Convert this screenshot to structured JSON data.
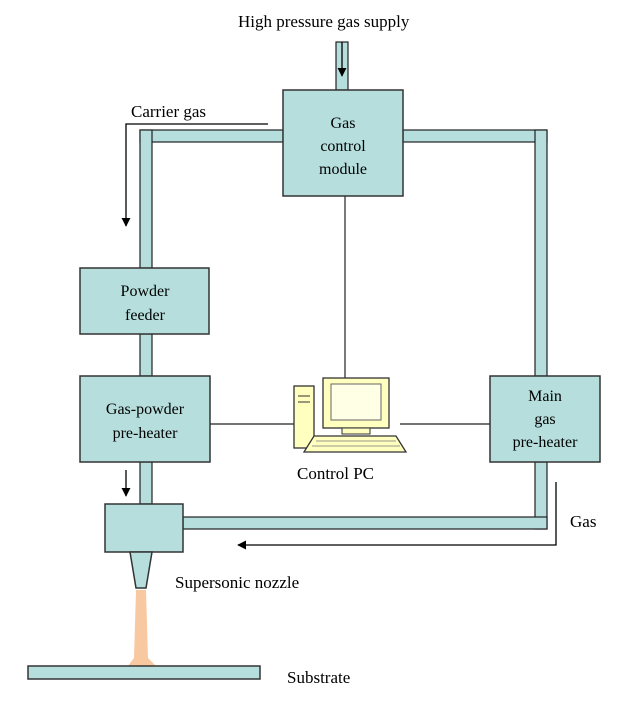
{
  "colors": {
    "box_fill": "#b5dedd",
    "pipe_fill": "#b5dedd",
    "pc_fill": "#ffffc0",
    "spray_fill": "#f8c9a1",
    "substrate_fill": "#b5dedd"
  },
  "labels": {
    "supply": "High pressure gas supply",
    "carrier_gas": "Carrier gas",
    "gas": "Gas",
    "control_pc": "Control PC",
    "nozzle": "Supersonic nozzle",
    "substrate": "Substrate"
  },
  "boxes": {
    "gas_control": [
      "Gas",
      "control",
      "module"
    ],
    "powder_feeder": [
      "Powder",
      "feeder"
    ],
    "gas_powder_heater": [
      "Gas-powder",
      "pre-heater"
    ],
    "main_gas_heater": [
      "Main",
      "gas",
      "pre-heater"
    ]
  },
  "icons": {
    "pc": "computer-icon",
    "nozzle": "nozzle-icon"
  }
}
